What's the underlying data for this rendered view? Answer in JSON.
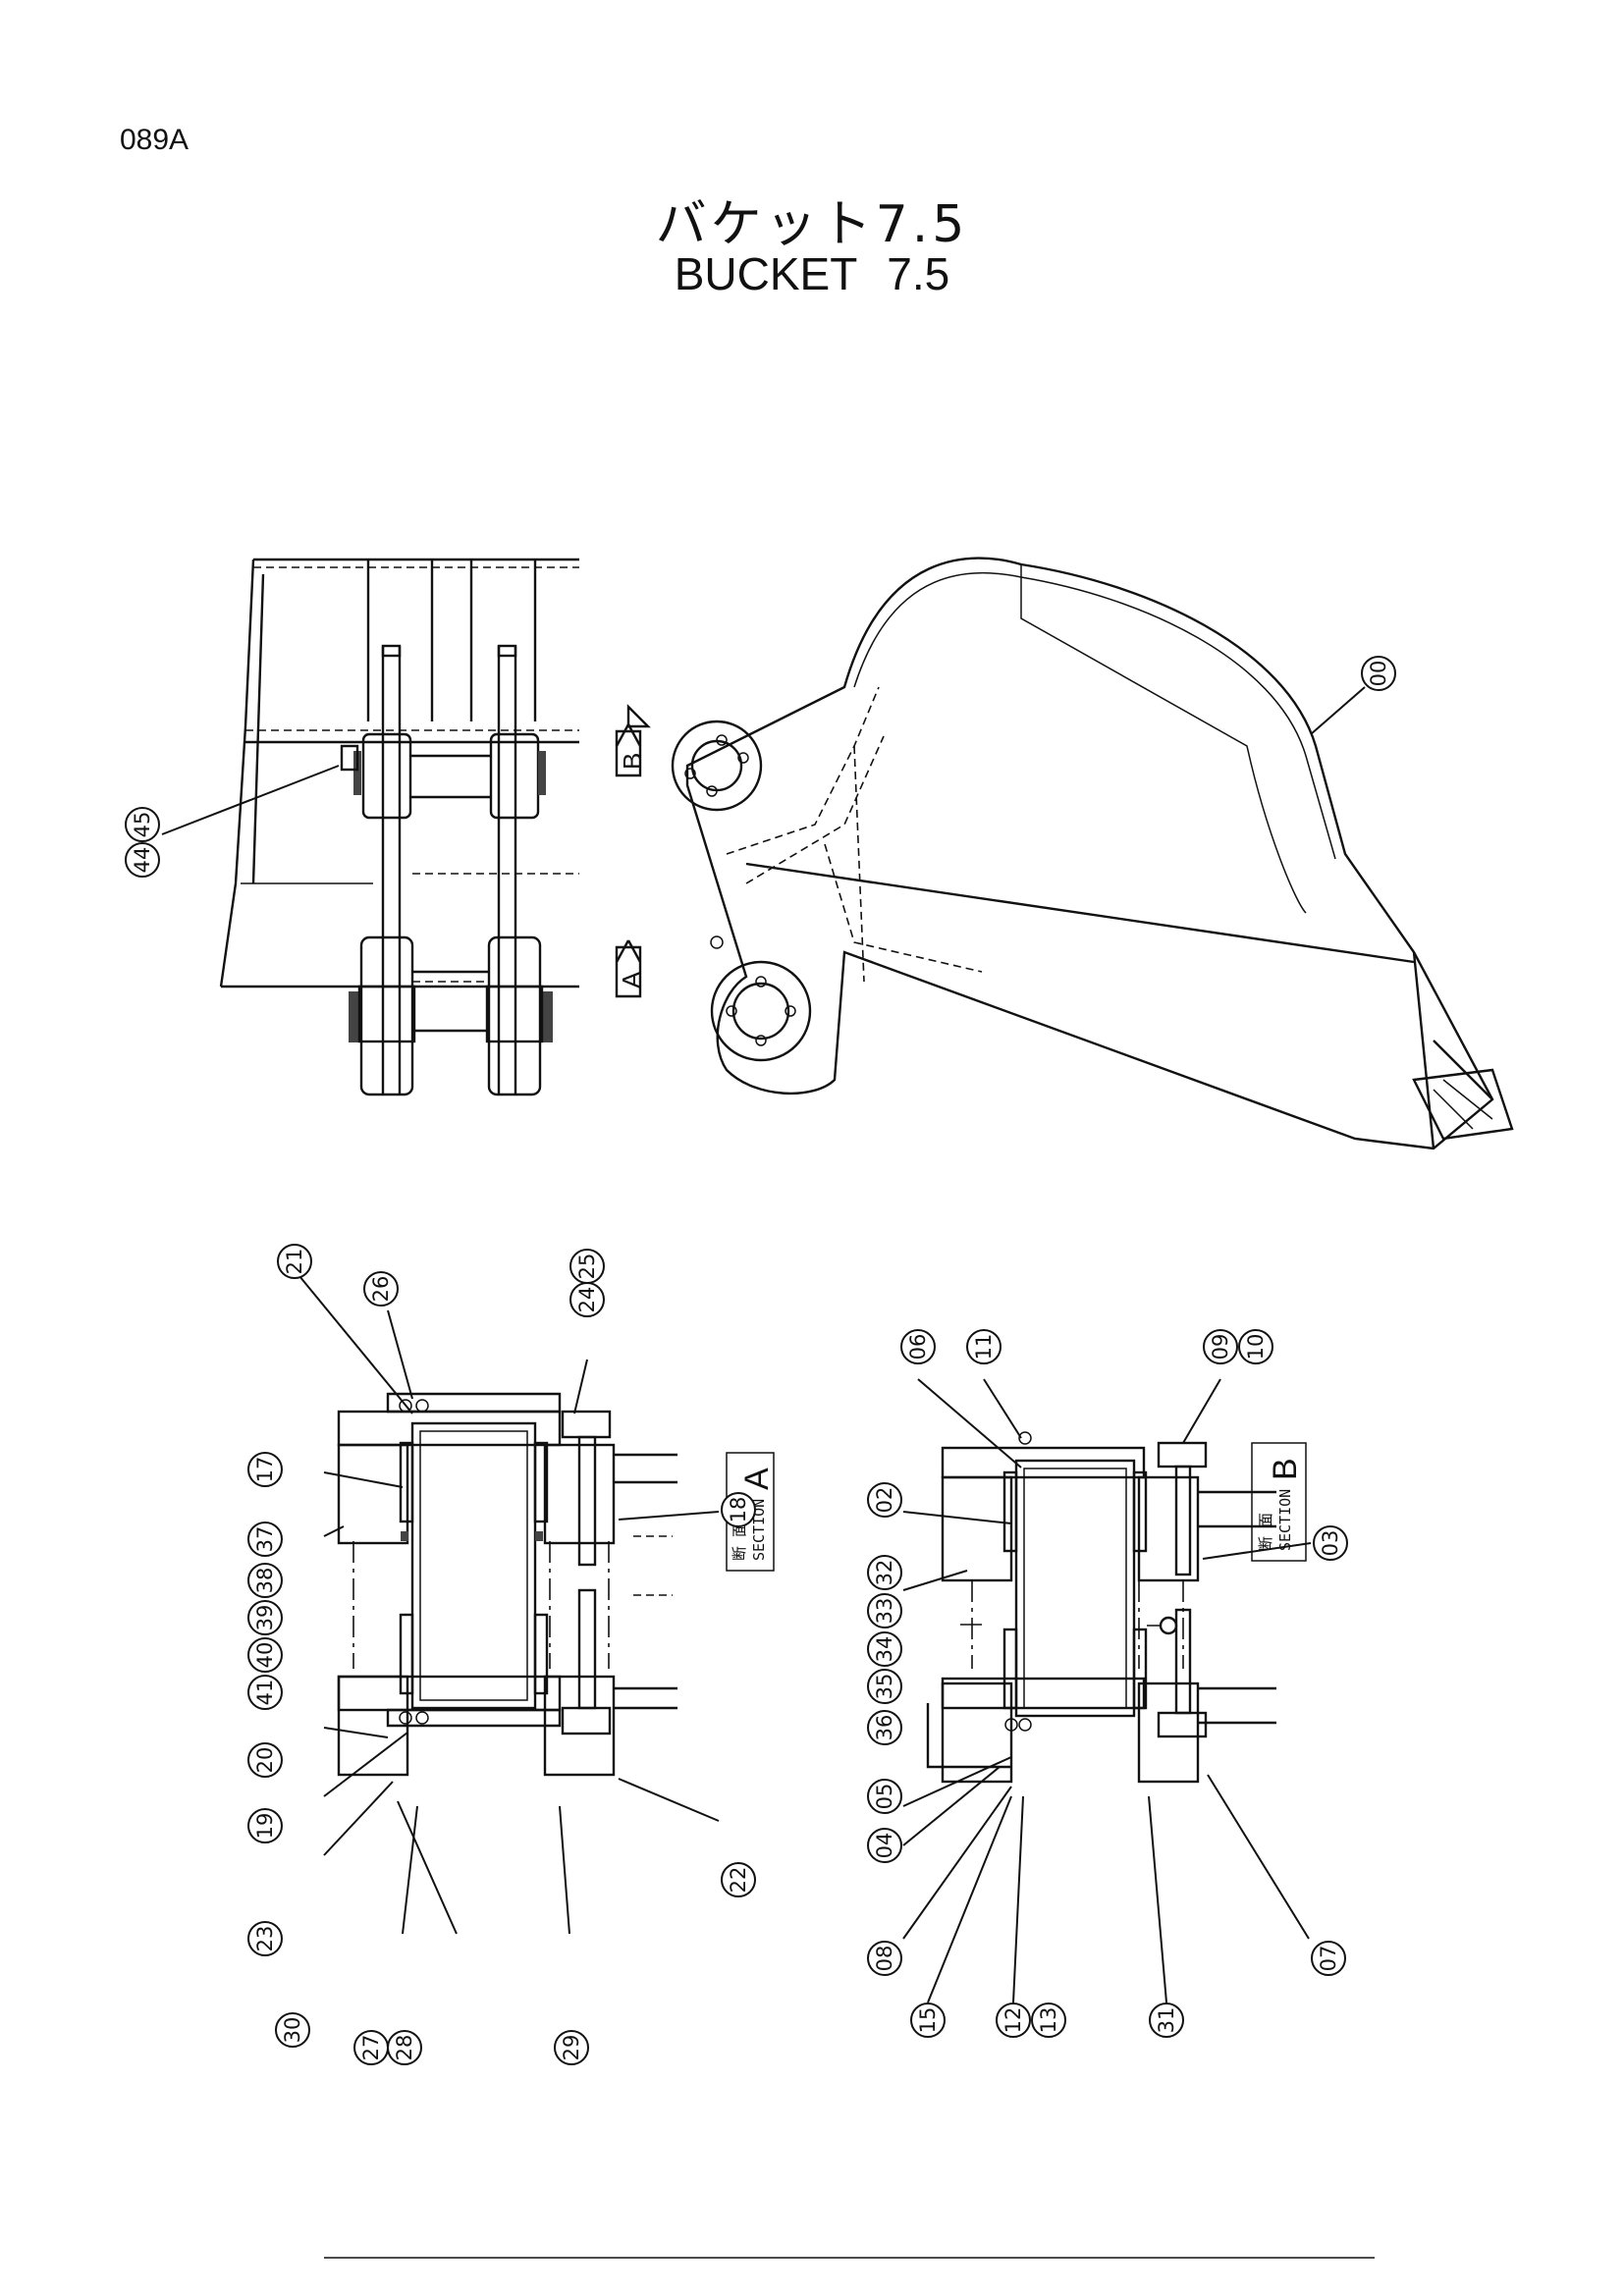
{
  "page": {
    "id": "089A",
    "title_jp": "バケット7.5",
    "title_en": "BUCKET   7.5"
  },
  "view_markers": {
    "a": "A",
    "b": "B"
  },
  "sections": {
    "a": {
      "jp": "断 面",
      "en": "SECTION",
      "letter": "A"
    },
    "b": {
      "jp": "断 面",
      "en": "SECTION",
      "letter": "B"
    }
  },
  "callouts": {
    "c00": "00",
    "c44": "44",
    "c45": "45",
    "c21": "21",
    "c26": "26",
    "c24": "24",
    "c25": "25",
    "c17": "17",
    "c18": "18",
    "c37": "37",
    "c38": "38",
    "c39": "39",
    "c40": "40",
    "c41": "41",
    "c20": "20",
    "c19": "19",
    "c23": "23",
    "c22": "22",
    "c30": "30",
    "c27": "27",
    "c28": "28",
    "c29": "29",
    "c06": "06",
    "c11": "11",
    "c09": "09",
    "c10": "10",
    "c02": "02",
    "c03": "03",
    "c32": "32",
    "c33": "33",
    "c34": "34",
    "c35": "35",
    "c36": "36",
    "c05": "05",
    "c04": "04",
    "c08": "08",
    "c07": "07",
    "c15": "15",
    "c12": "12",
    "c13": "13",
    "c31": "31"
  }
}
